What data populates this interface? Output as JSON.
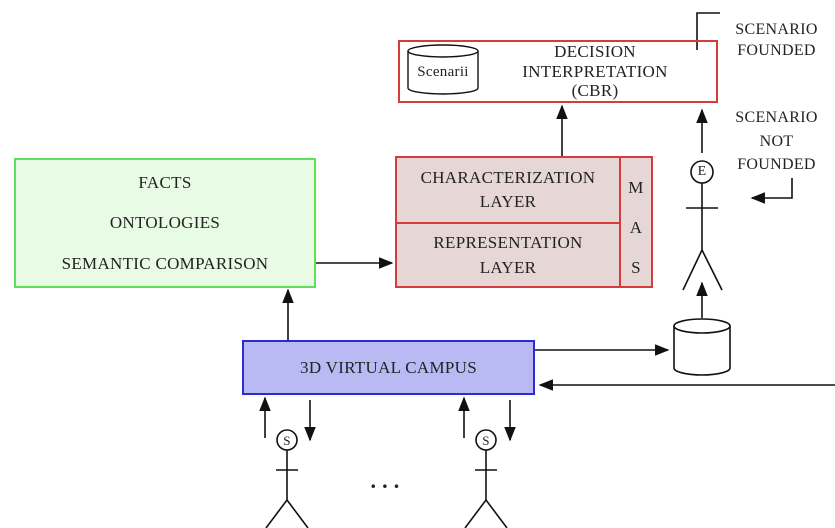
{
  "decision_box": {
    "title_line1": "DECISION",
    "title_line2": "INTERPRETATION",
    "title_line3": "(CBR)",
    "db_label": "Scenarii"
  },
  "facts_box": {
    "line1": "FACTS",
    "line2": "ONTOLOGIES",
    "line3": "SEMANTIC COMPARISON"
  },
  "layers": {
    "characterization_line1": "CHARACTERIZATION",
    "characterization_line2": "LAYER",
    "representation_line1": "REPRESENTATION",
    "representation_line2": "LAYER",
    "mas_m": "M",
    "mas_a": "A",
    "mas_s": "S"
  },
  "campus_box": {
    "label": "3D VIRTUAL CAMPUS"
  },
  "right_labels": {
    "founded_line1": "SCENARIO",
    "founded_line2": "FOUNDED",
    "not_founded_line1": "SCENARIO",
    "not_founded_line2": "NOT",
    "not_founded_line3": "FOUNDED"
  },
  "actors": {
    "expert_label": "E",
    "student_label": "S",
    "ellipsis": ". . ."
  }
}
